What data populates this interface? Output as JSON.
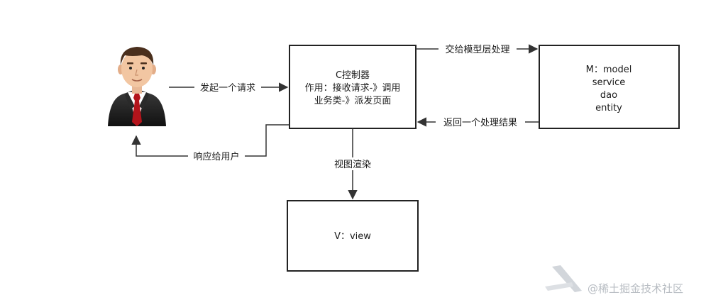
{
  "user": {
    "icon": "user-businessman-icon"
  },
  "controller": {
    "title": "C控制器",
    "line2": "作用：接收请求-》调用",
    "line3": "业务类-》派发页面"
  },
  "model": {
    "title": "M：model",
    "line2": "service",
    "line3": "dao",
    "line4": "entity"
  },
  "view": {
    "title": "V：view"
  },
  "edges": {
    "user_to_controller": "发起一个请求",
    "controller_to_model": "交给模型层处理",
    "model_to_controller": "返回一个处理结果",
    "controller_to_view": "视图渲染",
    "controller_to_user": "响应给用户"
  },
  "watermark": {
    "text": "@稀土掘金技术社区",
    "icon": "juejin-logo-icon"
  },
  "colors": {
    "stroke": "#222222",
    "arrow": "#333333",
    "watermark": "#b7bcc2"
  }
}
